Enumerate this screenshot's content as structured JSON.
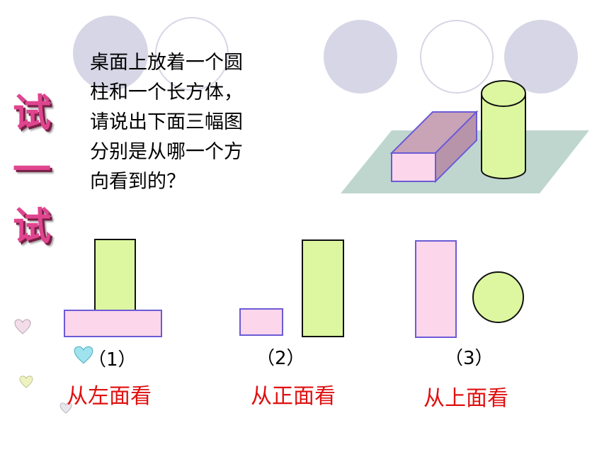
{
  "side_title": [
    "试",
    "一",
    "试"
  ],
  "question_lines": [
    "桌面上放着一个圆",
    "柱和一个长方体，",
    "请说出下面三幅图",
    "分别是从哪一个方",
    "向看到的？"
  ],
  "views": [
    {
      "caption": "（1）",
      "label": "从左面看"
    },
    {
      "caption": "（2）",
      "label": "从正面看"
    },
    {
      "caption": "（3）",
      "label": "从上面看"
    }
  ],
  "colors": {
    "accent": "#e0458f",
    "answer": "#e01010",
    "pink_fill": "#fcd6ea",
    "green_fill": "#ddf7a0",
    "outline_blue": "#6b5bd6",
    "table": "#bfd6cf",
    "deco": "#d6d6e6"
  },
  "icons": [
    "heart-icon"
  ]
}
